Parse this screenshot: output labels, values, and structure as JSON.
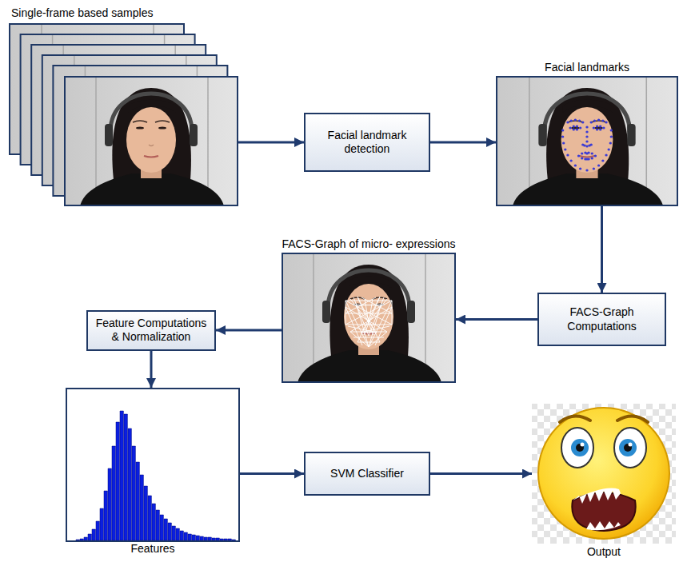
{
  "diagram": {
    "nodes": [
      {
        "text": [
          "Single-frame based samples"
        ]
      },
      {
        "text": [
          "Facial landmark detection"
        ]
      },
      {
        "text": [
          "Facial landmarks"
        ]
      },
      {
        "text": [
          "FACS-Graph Computations"
        ]
      },
      {
        "text": [
          "FACS-Graph of micro- expressions"
        ]
      },
      {
        "text": [
          "Feature Computations & Normalization"
        ]
      },
      {
        "text": [
          "Features"
        ]
      },
      {
        "text": [
          "SVM Classifier"
        ]
      },
      {
        "text": [
          "Output"
        ]
      }
    ],
    "edges": [
      {
        "from": 0,
        "to": 1,
        "arrow": "to"
      },
      {
        "from": 1,
        "to": 2,
        "arrow": "to"
      },
      {
        "from": 2,
        "to": 3,
        "arrow": "to"
      },
      {
        "from": 3,
        "to": 4,
        "arrow": "to"
      },
      {
        "from": 4,
        "to": 5,
        "arrow": "to"
      },
      {
        "from": 5,
        "to": 6,
        "arrow": "to"
      },
      {
        "from": 6,
        "to": 7,
        "arrow": "to"
      },
      {
        "from": 7,
        "to": 8,
        "arrow": "to"
      }
    ]
  }
}
